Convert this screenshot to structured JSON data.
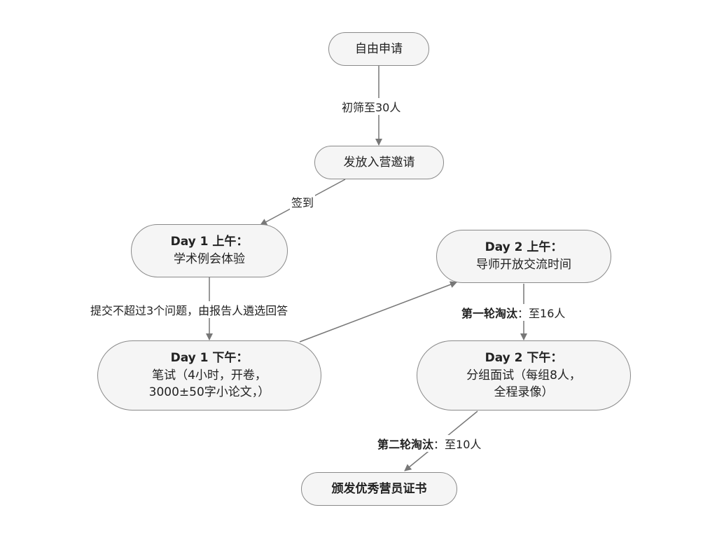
{
  "nodes": {
    "apply": {
      "line1": "自由申请"
    },
    "invite": {
      "line1": "发放入营邀请"
    },
    "d1am": {
      "title": "Day 1 上午：",
      "line1": "学术例会体验"
    },
    "d1pm": {
      "title": "Day 1 下午：",
      "line1": "笔试（4小时，开卷，",
      "line2": "3000±50字小论文，）"
    },
    "d2am": {
      "title": "Day 2 上午：",
      "line1": "导师开放交流时间"
    },
    "d2pm": {
      "title": "Day 2 下午：",
      "line1": "分组面试（每组8人，",
      "line2": "全程录像）"
    },
    "cert": {
      "line1": "颁发优秀营员证书"
    }
  },
  "edges": {
    "e1": {
      "text": "初筛至30人"
    },
    "e2": {
      "text": "签到"
    },
    "e3": {
      "text": "提交不超过3个问题，由报告人遴选回答"
    },
    "e5": {
      "strong": "第一轮淘汰",
      "text": "：至16人"
    },
    "e6": {
      "strong": "第二轮淘汰",
      "text": "：至10人"
    }
  },
  "colors": {
    "node_fill": "#f5f5f5",
    "node_border": "#8a8a8a",
    "arrow": "#777777"
  }
}
